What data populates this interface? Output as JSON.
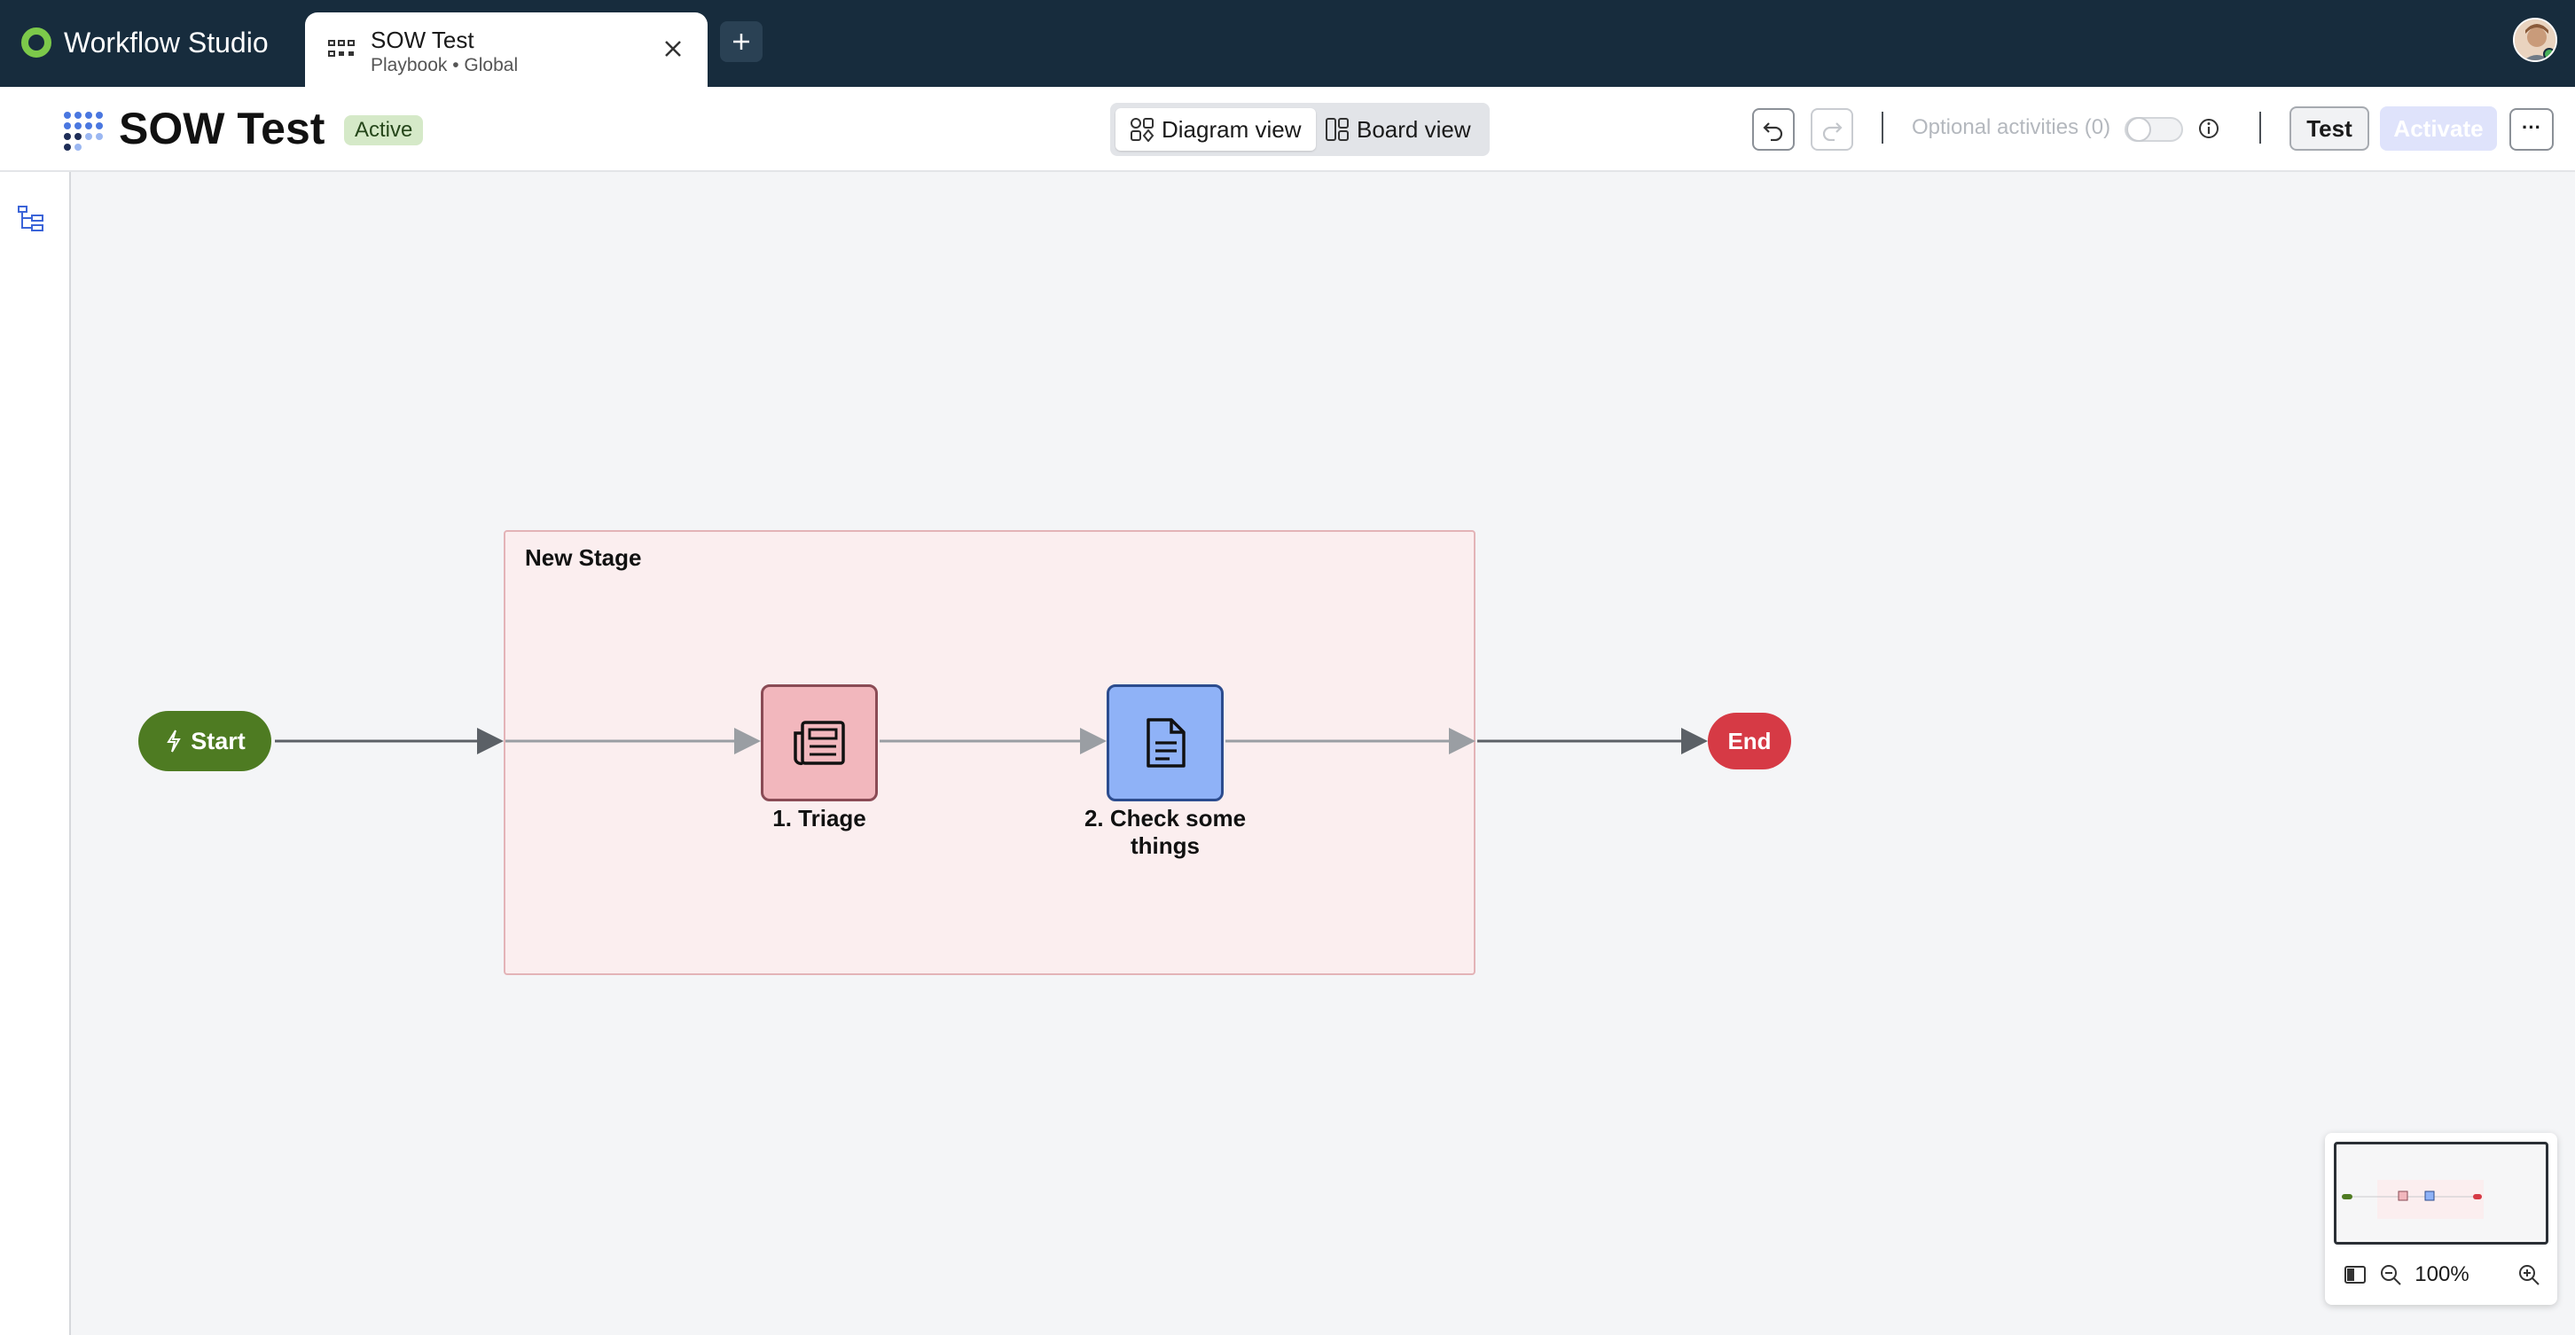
{
  "app": {
    "name": "Workflow Studio",
    "logo_icon": "app-logo-icon"
  },
  "tabs": [
    {
      "title": "SOW Test",
      "subtitle": "Playbook • Global",
      "icon": "playbook-icon",
      "close_icon": "close-icon"
    }
  ],
  "new_tab": {
    "icon": "plus-icon"
  },
  "user": {
    "icon": "avatar",
    "status_color": "#48b05a"
  },
  "header": {
    "title": "SOW Test",
    "status": "Active",
    "views": [
      {
        "label": "Diagram view",
        "icon": "diagram-icon",
        "active": true
      },
      {
        "label": "Board view",
        "icon": "board-icon",
        "active": false
      }
    ],
    "undo_icon": "undo-icon",
    "redo_icon": "redo-icon",
    "optional_activities": "Optional activities (0)",
    "info_icon": "info-icon",
    "test_label": "Test",
    "activate_label": "Activate",
    "more_label": "···"
  },
  "sidebar": {
    "icon": "tree-icon"
  },
  "diagram": {
    "start_label": "Start",
    "end_label": "End",
    "stage_label": "New Stage",
    "activities": [
      {
        "label": "1. Triage",
        "icon": "newspaper-icon",
        "color": "#f2b7bd"
      },
      {
        "label": "2. Check some things",
        "icon": "document-icon",
        "color": "#8fb2f7"
      }
    ],
    "colors": {
      "start": "#4e7b22",
      "end": "#d63a45",
      "stage_bg": "#fbeeef"
    }
  },
  "minimap": {
    "zoom": "100%",
    "fit_icon": "minimap-toggle-icon",
    "zoom_out_icon": "zoom-out-icon",
    "zoom_in_icon": "zoom-in-icon"
  }
}
